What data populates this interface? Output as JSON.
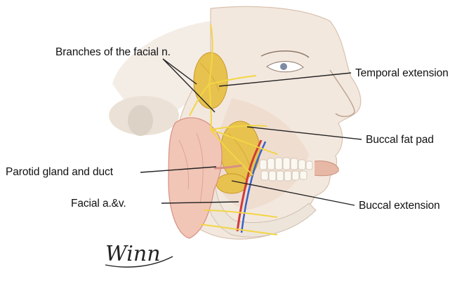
{
  "figure": {
    "labels": {
      "branches": "Branches of the facial n.",
      "temporal_extension": "Temporal extension",
      "buccal_fat_pad": "Buccal fat pad",
      "parotid": "Parotid gland and duct",
      "facial_av": "Facial a.&v.",
      "buccal_extension": "Buccal extension"
    },
    "signature": "Winn"
  },
  "colors": {
    "skin": "#f3e8de",
    "skin_shadow": "#e3cdbd",
    "bone": "#efeae2",
    "fat_pad": "#e7c24e",
    "fat_pad_dark": "#c99a2a",
    "parotid": "#f1c6b6",
    "parotid_dark": "#d88f84",
    "nerve": "#f2d645",
    "artery": "#d03a3a",
    "vein": "#3a63c9",
    "leader_line": "#222222",
    "text": "#111111"
  }
}
